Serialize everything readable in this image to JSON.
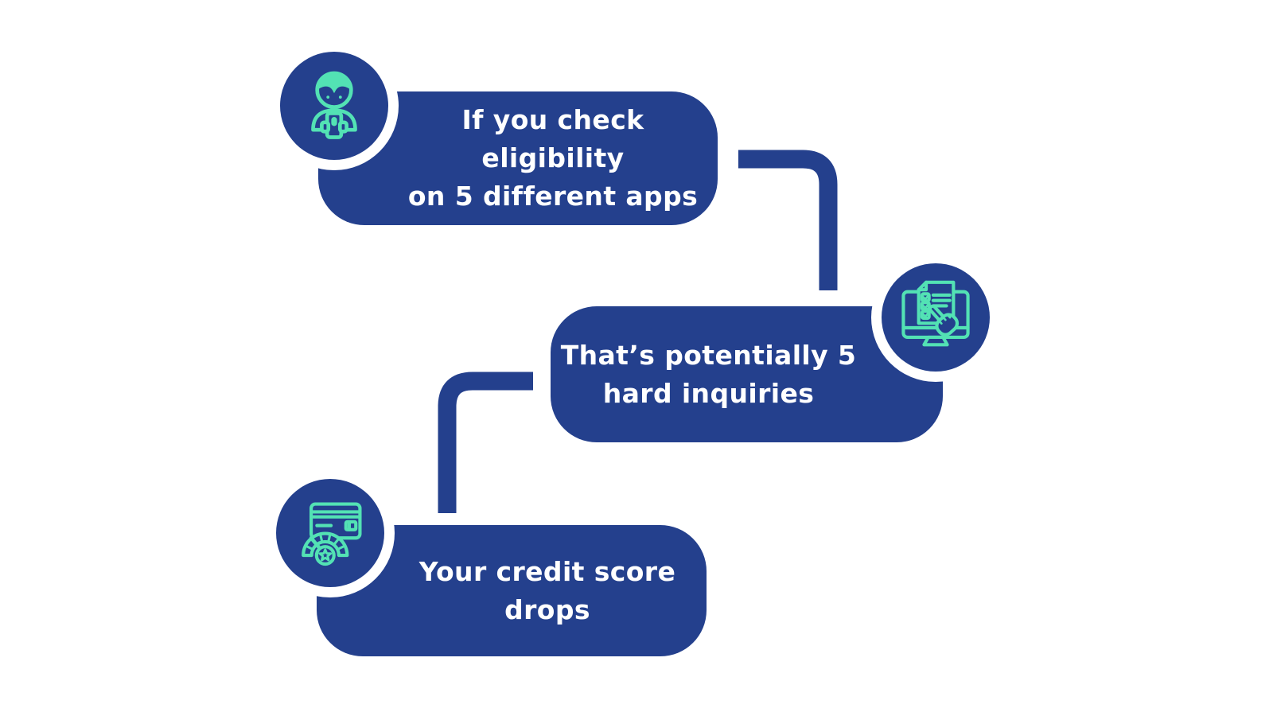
{
  "palette": {
    "box_blue": "#24408D",
    "connector_blue": "#24408D",
    "icon_teal": "#53E2B4",
    "text_color": "#FFFFFF",
    "background": "#FFFFFF"
  },
  "diagram": {
    "steps": [
      {
        "icon": "person-checking-phone-icon",
        "line1": "If you check eligibility",
        "line2": "on 5 different apps"
      },
      {
        "icon": "monitor-checklist-hand-icon",
        "line1": "That’s potentially 5",
        "line2": "hard inquiries"
      },
      {
        "icon": "credit-card-score-gauge-icon",
        "line1": "Your credit score",
        "line2": "drops"
      }
    ]
  }
}
